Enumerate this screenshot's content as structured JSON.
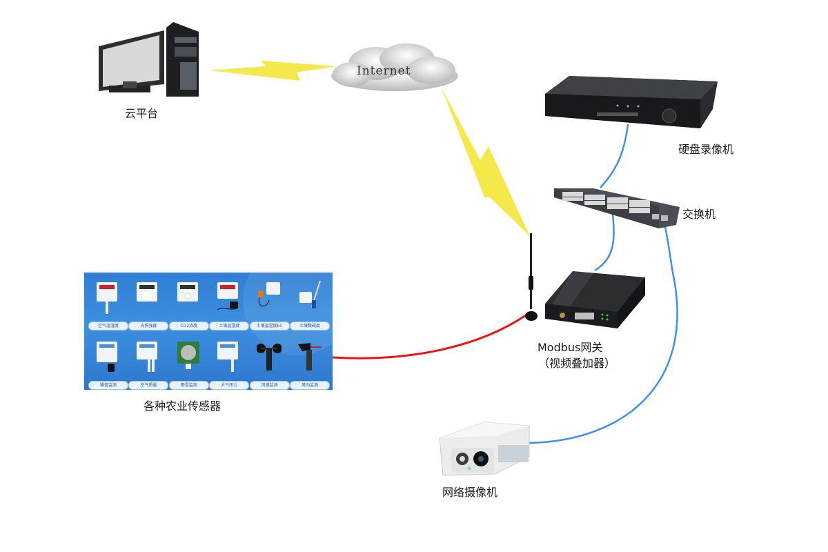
{
  "diagram": {
    "title": "Agricultural IoT network topology",
    "colors": {
      "wireless_link": "#f5e84a",
      "ethernet_link": "#3b8ff0",
      "serial_link": "#ee1111",
      "sensor_panel_bg": "#3386dc",
      "device_dark": "#1f2124"
    },
    "nodes": {
      "cloud_platform": {
        "label": "云平台",
        "icon": "desktop-computer-icon"
      },
      "internet": {
        "label": "Internet",
        "icon": "cloud-icon"
      },
      "nvr": {
        "label": "硬盘录像机",
        "icon": "nvr-recorder-icon"
      },
      "switch": {
        "label": "交换机",
        "icon": "network-switch-icon"
      },
      "gateway": {
        "label_line1": "Modbus网关",
        "label_line2": "（视频叠加器）",
        "icon": "gateway-router-icon"
      },
      "camera": {
        "label": "网络摄像机",
        "icon": "bullet-camera-icon"
      },
      "sensors": {
        "label": "各种农业传感器",
        "row1": [
          "空气温湿度",
          "光照强度",
          "CO2浓度",
          "土壤温湿度",
          "土壤温湿度EC",
          "土壤酸碱度"
        ],
        "row2": [
          "噪音监测",
          "空气质量",
          "雨雪监测",
          "大气压力",
          "风速监测",
          "风向监测"
        ]
      }
    },
    "links": [
      {
        "from": "cloud_platform",
        "to": "internet",
        "type": "wireless"
      },
      {
        "from": "internet",
        "to": "gateway",
        "type": "wireless"
      },
      {
        "from": "switch",
        "to": "nvr",
        "type": "ethernet"
      },
      {
        "from": "gateway",
        "to": "switch",
        "type": "ethernet"
      },
      {
        "from": "camera",
        "to": "switch",
        "type": "ethernet"
      },
      {
        "from": "sensors",
        "to": "gateway",
        "type": "serial"
      }
    ]
  }
}
